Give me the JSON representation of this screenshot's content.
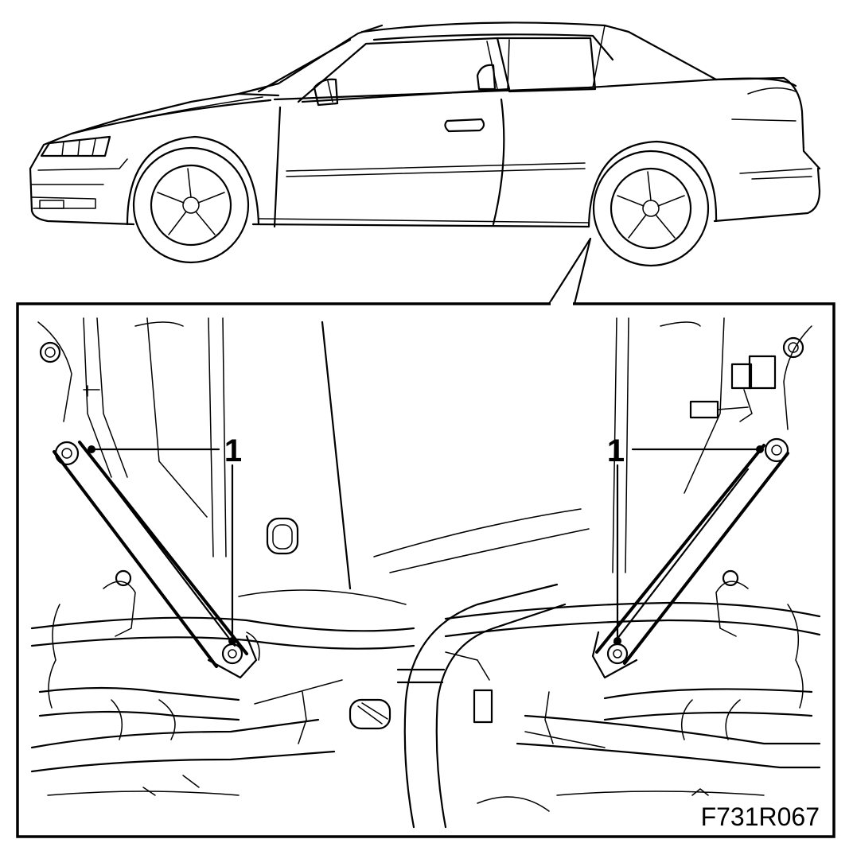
{
  "figure": {
    "callout_left": "1",
    "callout_right": "1",
    "figure_code": "F731R067"
  },
  "colors": {
    "ink": "#000000",
    "paper": "#ffffff"
  }
}
